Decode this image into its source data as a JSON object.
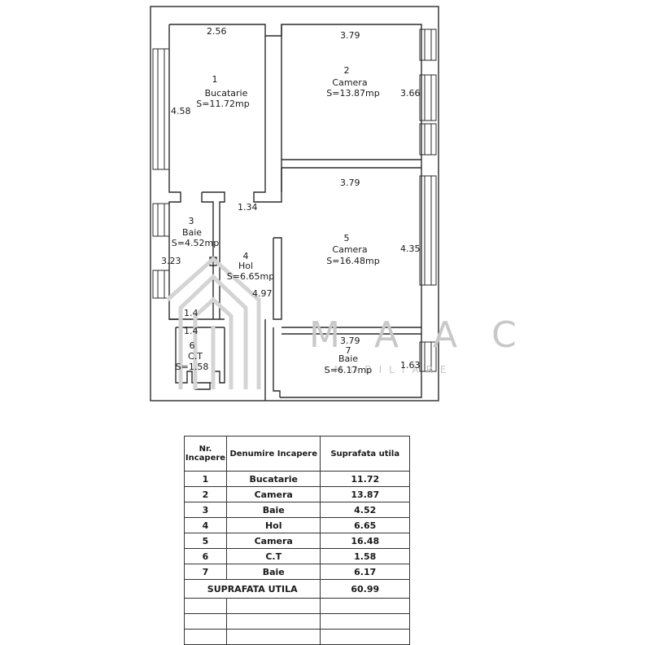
{
  "rooms": [
    {
      "nr": "1",
      "name": "Bucatarie",
      "area_label": "S=11.72mp"
    },
    {
      "nr": "2",
      "name": "Camera",
      "area_label": "S=13.87mp"
    },
    {
      "nr": "3",
      "name": "Baie",
      "area_label": "S=4.52mp"
    },
    {
      "nr": "4",
      "name": "Hol",
      "area_label": "S=6.65mp"
    },
    {
      "nr": "5",
      "name": "Camera",
      "area_label": "S=16.48mp"
    },
    {
      "nr": "6",
      "name": "C.T",
      "area_label": "S=1.58"
    },
    {
      "nr": "7",
      "name": "Baie",
      "area_label": "S=6.17mp"
    }
  ],
  "dimensions": {
    "d_256": "2.56",
    "d_379_top": "3.79",
    "d_458": "4.58",
    "d_366": "3.66",
    "d_379_mid": "3.79",
    "d_134": "1.34",
    "d_323": "3.23",
    "d_435": "4.35",
    "d_497": "4.97",
    "d_14a": "1.4",
    "d_14b": "1.4",
    "d_379_low": "3.79",
    "d_163": "1.63"
  },
  "watermark": {
    "brand": "M A A C",
    "sub": "IMOBILIARE"
  },
  "table": {
    "headers": [
      "Nr. Incapere",
      "Denumire Incapere",
      "Suprafata utila"
    ],
    "rows": [
      {
        "nr": "1",
        "name": "Bucatarie",
        "area": "11.72"
      },
      {
        "nr": "2",
        "name": "Camera",
        "area": "13.87"
      },
      {
        "nr": "3",
        "name": "Baie",
        "area": "4.52"
      },
      {
        "nr": "4",
        "name": "Hol",
        "area": "6.65"
      },
      {
        "nr": "5",
        "name": "Camera",
        "area": "16.48"
      },
      {
        "nr": "6",
        "name": "C.T",
        "area": "1.58"
      },
      {
        "nr": "7",
        "name": "Baie",
        "area": "6.17"
      }
    ],
    "total_label": "SUPRAFATA UTILA",
    "total_value": "60.99"
  }
}
